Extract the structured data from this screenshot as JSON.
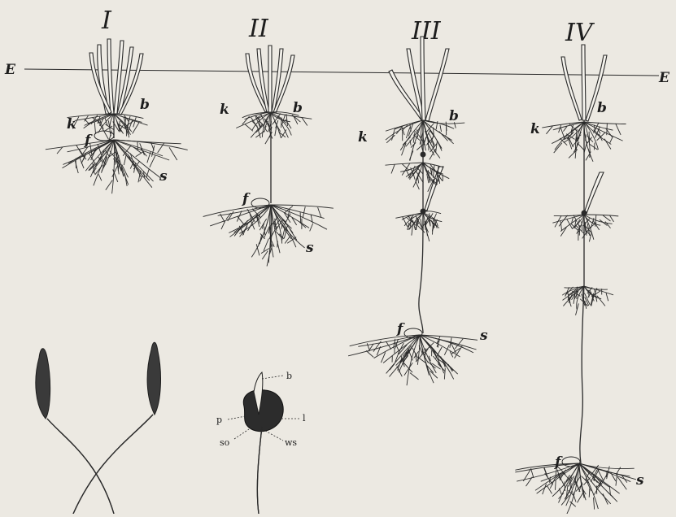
{
  "figure": {
    "plants": [
      {
        "numeral": "I"
      },
      {
        "numeral": "II"
      },
      {
        "numeral": "III"
      },
      {
        "numeral": "IV"
      }
    ],
    "ground_line": {
      "left_label": "E",
      "right_label": "E"
    },
    "labels": {
      "k": "k",
      "b": "b",
      "f": "f",
      "s": "s"
    },
    "detail": {
      "b": "b",
      "p": "p",
      "l": "l",
      "so": "so",
      "ws": "ws"
    }
  }
}
